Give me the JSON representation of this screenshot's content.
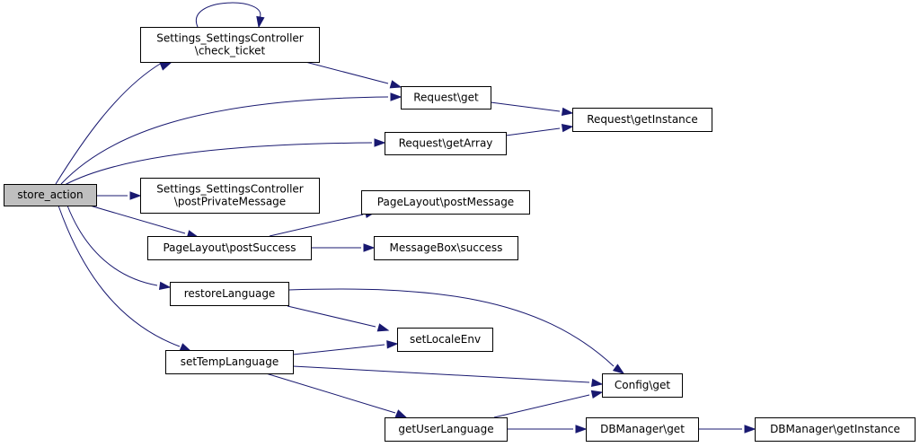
{
  "diagram": {
    "edge_color": "#191970",
    "root_fill": "#bfbfbf",
    "nodes": [
      {
        "id": "store_action",
        "lines": [
          "store_action"
        ],
        "is_root": true
      },
      {
        "id": "check_ticket",
        "lines": [
          "Settings_SettingsController",
          "\\check_ticket"
        ]
      },
      {
        "id": "request_get",
        "lines": [
          "Request\\get"
        ]
      },
      {
        "id": "request_getarray",
        "lines": [
          "Request\\getArray"
        ]
      },
      {
        "id": "request_getinstance",
        "lines": [
          "Request\\getInstance"
        ]
      },
      {
        "id": "post_private_message",
        "lines": [
          "Settings_SettingsController",
          "\\postPrivateMessage"
        ]
      },
      {
        "id": "pagelayout_postmessage",
        "lines": [
          "PageLayout\\postMessage"
        ]
      },
      {
        "id": "pagelayout_postsuccess",
        "lines": [
          "PageLayout\\postSuccess"
        ]
      },
      {
        "id": "messagebox_success",
        "lines": [
          "MessageBox\\success"
        ]
      },
      {
        "id": "restore_language",
        "lines": [
          "restoreLanguage"
        ]
      },
      {
        "id": "set_locale_env",
        "lines": [
          "setLocaleEnv"
        ]
      },
      {
        "id": "set_temp_language",
        "lines": [
          "setTempLanguage"
        ]
      },
      {
        "id": "config_get",
        "lines": [
          "Config\\get"
        ]
      },
      {
        "id": "get_user_language",
        "lines": [
          "getUserLanguage"
        ]
      },
      {
        "id": "dbmanager_get",
        "lines": [
          "DBManager\\get"
        ]
      },
      {
        "id": "dbmanager_getinstance",
        "lines": [
          "DBManager\\getInstance"
        ]
      }
    ],
    "edges": [
      {
        "from": "store_action",
        "to": "check_ticket"
      },
      {
        "from": "store_action",
        "to": "request_get"
      },
      {
        "from": "store_action",
        "to": "request_getarray"
      },
      {
        "from": "store_action",
        "to": "post_private_message"
      },
      {
        "from": "store_action",
        "to": "pagelayout_postsuccess"
      },
      {
        "from": "store_action",
        "to": "restore_language"
      },
      {
        "from": "store_action",
        "to": "set_temp_language"
      },
      {
        "from": "check_ticket",
        "to": "check_ticket"
      },
      {
        "from": "check_ticket",
        "to": "request_get"
      },
      {
        "from": "request_get",
        "to": "request_getinstance"
      },
      {
        "from": "request_getarray",
        "to": "request_getinstance"
      },
      {
        "from": "pagelayout_postsuccess",
        "to": "pagelayout_postmessage"
      },
      {
        "from": "pagelayout_postsuccess",
        "to": "messagebox_success"
      },
      {
        "from": "restore_language",
        "to": "set_locale_env"
      },
      {
        "from": "restore_language",
        "to": "config_get"
      },
      {
        "from": "set_temp_language",
        "to": "set_locale_env"
      },
      {
        "from": "set_temp_language",
        "to": "config_get"
      },
      {
        "from": "set_temp_language",
        "to": "get_user_language"
      },
      {
        "from": "get_user_language",
        "to": "config_get"
      },
      {
        "from": "get_user_language",
        "to": "dbmanager_get"
      },
      {
        "from": "dbmanager_get",
        "to": "dbmanager_getinstance"
      }
    ]
  }
}
